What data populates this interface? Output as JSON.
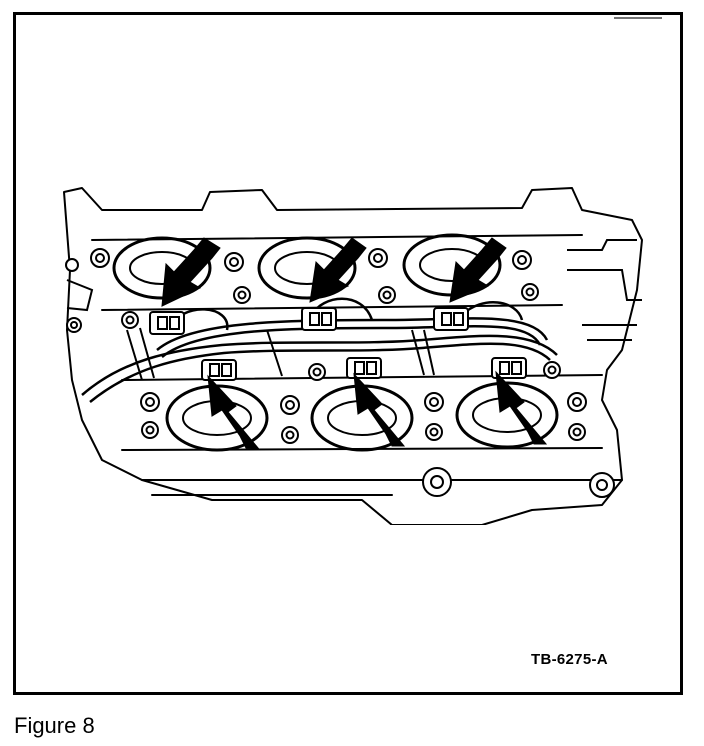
{
  "figure": {
    "reference_code": "TB-6275-A",
    "caption": "Figure 8"
  },
  "colors": {
    "line": "#000000",
    "paper": "#ffffff"
  },
  "illustration": {
    "subject": "intake-manifold-fuel-injectors",
    "injector_count": 6,
    "arrow_count": 6
  }
}
